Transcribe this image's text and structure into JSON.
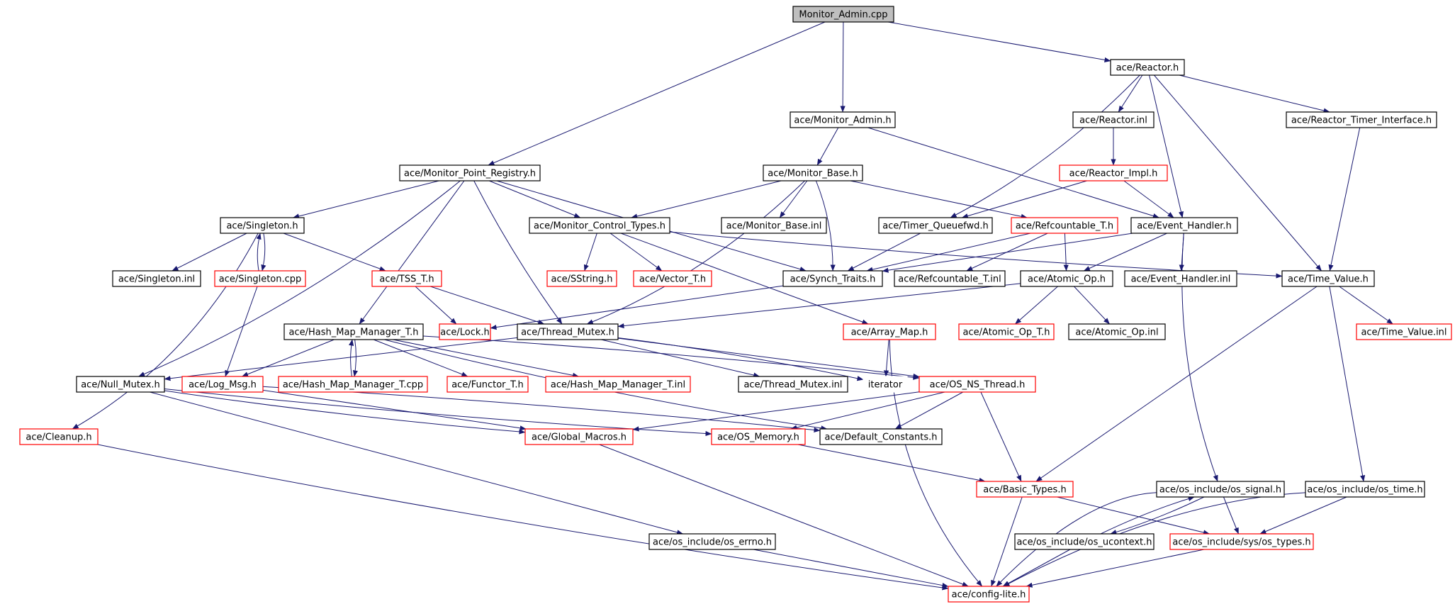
{
  "colors": {
    "edge": "#191970",
    "border_black": "#000000",
    "border_red": "#ff0000",
    "border_none": "#ffffff",
    "root_fill": "#bfbfbf",
    "node_fill": "#ffffff"
  },
  "nodes": [
    {
      "id": "root",
      "label": "Monitor_Admin.cpp",
      "border": "black",
      "root": true
    },
    {
      "id": "reactor_h",
      "label": "ace/Reactor.h",
      "border": "black"
    },
    {
      "id": "monitor_admin_h",
      "label": "ace/Monitor_Admin.h",
      "border": "black"
    },
    {
      "id": "reactor_inl",
      "label": "ace/Reactor.inl",
      "border": "black"
    },
    {
      "id": "reactor_timer_iface",
      "label": "ace/Reactor_Timer_Interface.h",
      "border": "black"
    },
    {
      "id": "reactor_impl",
      "label": "ace/Reactor_Impl.h",
      "border": "red"
    },
    {
      "id": "mpr",
      "label": "ace/Monitor_Point_Registry.h",
      "border": "black"
    },
    {
      "id": "monitor_base_h",
      "label": "ace/Monitor_Base.h",
      "border": "black"
    },
    {
      "id": "singleton_h",
      "label": "ace/Singleton.h",
      "border": "black"
    },
    {
      "id": "mct",
      "label": "ace/Monitor_Control_Types.h",
      "border": "black"
    },
    {
      "id": "monitor_base_inl",
      "label": "ace/Monitor_Base.inl",
      "border": "black"
    },
    {
      "id": "timer_queuefwd",
      "label": "ace/Timer_Queuefwd.h",
      "border": "black"
    },
    {
      "id": "refcountable_t_h",
      "label": "ace/Refcountable_T.h",
      "border": "red"
    },
    {
      "id": "event_handler_h",
      "label": "ace/Event_Handler.h",
      "border": "black"
    },
    {
      "id": "singleton_inl",
      "label": "ace/Singleton.inl",
      "border": "black"
    },
    {
      "id": "singleton_cpp",
      "label": "ace/Singleton.cpp",
      "border": "red"
    },
    {
      "id": "tss_t",
      "label": "ace/TSS_T.h",
      "border": "red"
    },
    {
      "id": "sstring",
      "label": "ace/SString.h",
      "border": "red"
    },
    {
      "id": "vector_t",
      "label": "ace/Vector_T.h",
      "border": "red"
    },
    {
      "id": "synch_traits",
      "label": "ace/Synch_Traits.h",
      "border": "black"
    },
    {
      "id": "refcountable_t_inl",
      "label": "ace/Refcountable_T.inl",
      "border": "black"
    },
    {
      "id": "atomic_op_h",
      "label": "ace/Atomic_Op.h",
      "border": "black"
    },
    {
      "id": "event_handler_inl",
      "label": "ace/Event_Handler.inl",
      "border": "black"
    },
    {
      "id": "time_value_h",
      "label": "ace/Time_Value.h",
      "border": "black"
    },
    {
      "id": "hash_map_h",
      "label": "ace/Hash_Map_Manager_T.h",
      "border": "black"
    },
    {
      "id": "lock_h",
      "label": "ace/Lock.h",
      "border": "red"
    },
    {
      "id": "thread_mutex_h",
      "label": "ace/Thread_Mutex.h",
      "border": "black"
    },
    {
      "id": "array_map",
      "label": "ace/Array_Map.h",
      "border": "red"
    },
    {
      "id": "atomic_op_t",
      "label": "ace/Atomic_Op_T.h",
      "border": "red"
    },
    {
      "id": "atomic_op_inl",
      "label": "ace/Atomic_Op.inl",
      "border": "black"
    },
    {
      "id": "time_value_inl",
      "label": "ace/Time_Value.inl",
      "border": "red"
    },
    {
      "id": "null_mutex",
      "label": "ace/Null_Mutex.h",
      "border": "black"
    },
    {
      "id": "log_msg",
      "label": "ace/Log_Msg.h",
      "border": "red"
    },
    {
      "id": "hash_map_cpp",
      "label": "ace/Hash_Map_Manager_T.cpp",
      "border": "red"
    },
    {
      "id": "functor_t",
      "label": "ace/Functor_T.h",
      "border": "red"
    },
    {
      "id": "hash_map_inl",
      "label": "ace/Hash_Map_Manager_T.inl",
      "border": "red"
    },
    {
      "id": "thread_mutex_inl",
      "label": "ace/Thread_Mutex.inl",
      "border": "black"
    },
    {
      "id": "iterator",
      "label": "iterator",
      "border": "none"
    },
    {
      "id": "os_ns_thread",
      "label": "ace/OS_NS_Thread.h",
      "border": "red"
    },
    {
      "id": "cleanup",
      "label": "ace/Cleanup.h",
      "border": "red"
    },
    {
      "id": "global_macros",
      "label": "ace/Global_Macros.h",
      "border": "red"
    },
    {
      "id": "os_memory",
      "label": "ace/OS_Memory.h",
      "border": "red"
    },
    {
      "id": "default_constants",
      "label": "ace/Default_Constants.h",
      "border": "black"
    },
    {
      "id": "basic_types",
      "label": "ace/Basic_Types.h",
      "border": "red"
    },
    {
      "id": "os_signal",
      "label": "ace/os_include/os_signal.h",
      "border": "black"
    },
    {
      "id": "os_time",
      "label": "ace/os_include/os_time.h",
      "border": "black"
    },
    {
      "id": "os_errno",
      "label": "ace/os_include/os_errno.h",
      "border": "black"
    },
    {
      "id": "os_ucontext",
      "label": "ace/os_include/os_ucontext.h",
      "border": "black"
    },
    {
      "id": "sys_os_types",
      "label": "ace/os_include/sys/os_types.h",
      "border": "red"
    },
    {
      "id": "config_lite",
      "label": "ace/config-lite.h",
      "border": "red"
    }
  ]
}
